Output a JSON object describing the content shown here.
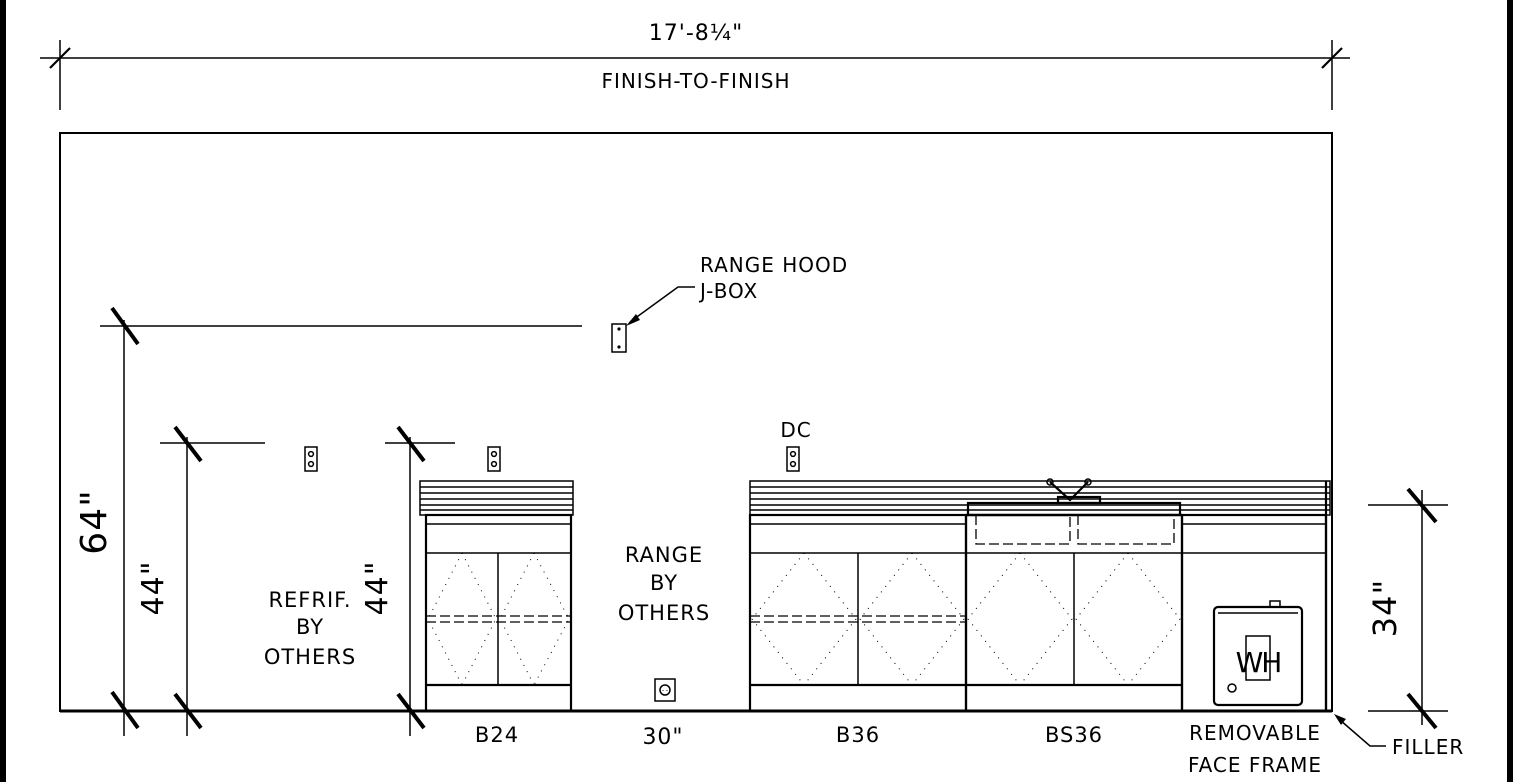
{
  "dimensions": {
    "overall_length": "17'-8¼\"",
    "overall_note": "FINISH-TO-FINISH",
    "height_64": "64\"",
    "height_44_left": "44\"",
    "height_44_right": "44\"",
    "height_34": "34\""
  },
  "callouts": {
    "range_hood_line1": "RANGE HOOD",
    "range_hood_line2": "J-BOX",
    "dc": "DC",
    "refrig_line1": "REFRIF.",
    "refrig_line2": "BY",
    "refrig_line3": "OTHERS",
    "range_line1": "RANGE",
    "range_line2": "BY",
    "range_line3": "OTHERS",
    "water_heater": "WH",
    "filler": "FILLER"
  },
  "cabinets": {
    "b24": "B24",
    "range_width": "30\"",
    "b36": "B36",
    "bs36": "BS36",
    "face_frame_line1": "REMOVABLE",
    "face_frame_line2": "FACE FRAME"
  }
}
